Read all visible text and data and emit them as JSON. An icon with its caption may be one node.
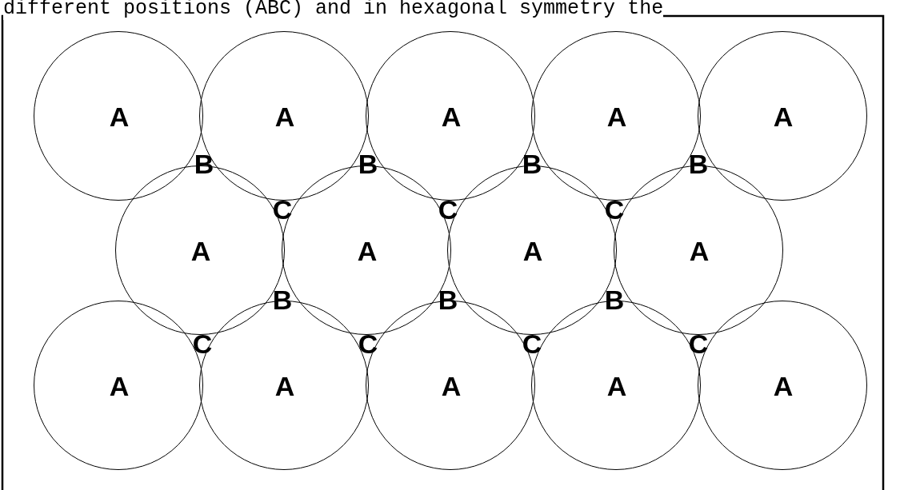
{
  "diagram": {
    "nodes": [
      {
        "text": [
          "A"
        ]
      },
      {
        "text": [
          "A"
        ]
      },
      {
        "text": [
          "A"
        ]
      },
      {
        "text": [
          "A"
        ]
      },
      {
        "text": [
          "A"
        ]
      },
      {
        "text": [
          "A"
        ]
      },
      {
        "text": [
          "A"
        ]
      },
      {
        "text": [
          "A"
        ]
      },
      {
        "text": [
          "A"
        ]
      },
      {
        "text": [
          "A"
        ]
      },
      {
        "text": [
          "A"
        ]
      },
      {
        "text": [
          "A"
        ]
      },
      {
        "text": [
          "A"
        ]
      },
      {
        "text": [
          "A"
        ]
      }
    ],
    "edges": [],
    "labels": [
      "different positions (ABC) and in hexagonal symmetry the",
      "B",
      "B",
      "B",
      "B",
      "C",
      "C",
      "C",
      "B",
      "B",
      "B",
      "C",
      "C",
      "C",
      "C"
    ]
  }
}
